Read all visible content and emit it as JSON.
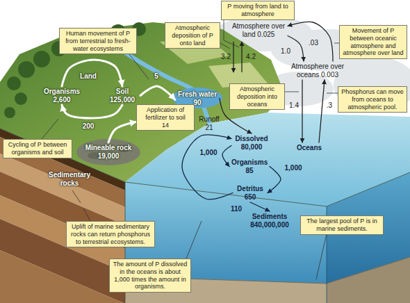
{
  "diagram": {
    "nodes": [
      {
        "text": [
          "P moving from land to atmosphere"
        ]
      },
      {
        "text": [
          "Human movement of P from terrestrial to fresh-water ecosystems"
        ]
      },
      {
        "text": [
          "Atmospheric deposition of P onto land"
        ]
      },
      {
        "text": [
          "Atmosphere over land 0.025"
        ]
      },
      {
        "text": [
          "Movement of P between oceanic atmosphere and atmosphere over land"
        ]
      },
      {
        "text": [
          "Atmosphere over oceans 0.003"
        ]
      },
      {
        "text": [
          "Organisms",
          "2,600"
        ]
      },
      {
        "text": [
          "Soil",
          "125,000"
        ]
      },
      {
        "text": [
          "Atmospheric deposition into oceans"
        ]
      },
      {
        "text": [
          "Phosphorus can move from oceans to atmospheric pool."
        ]
      },
      {
        "text": [
          "Fresh water",
          "90"
        ]
      },
      {
        "text": [
          "Application of fertilizer to soil",
          "14"
        ]
      },
      {
        "text": [
          "Dissolved",
          "80,000"
        ]
      },
      {
        "text": [
          "Cycling of P between organisms and soil"
        ]
      },
      {
        "text": [
          "Oceans"
        ]
      },
      {
        "text": [
          "Mineable rock",
          "19,000"
        ]
      },
      {
        "text": [
          "Organisms",
          "85"
        ]
      },
      {
        "text": [
          "Detritus",
          "650"
        ]
      },
      {
        "text": [
          "The largest pool of P is in marine sediments."
        ]
      },
      {
        "text": [
          "Sediments",
          "840,000,000"
        ]
      },
      {
        "text": [
          "Uplift of marine sedimentary rocks can return phosphorus to terrestrial ecosystems."
        ]
      },
      {
        "text": [
          "The amount of P dissolved in the oceans is about 1,000 times the amount in organisms."
        ]
      }
    ],
    "edges": [
      {
        "from": 3,
        "to": 5,
        "arrow": "to",
        "label": "1.0"
      },
      {
        "from": 5,
        "to": 3,
        "arrow": "to",
        "label": ".03"
      },
      {
        "from": 5,
        "to": 14,
        "arrow": "to",
        "label": "1.4"
      },
      {
        "from": 14,
        "to": 5,
        "arrow": "to",
        "label": ".3"
      },
      {
        "from": 6,
        "to": 7,
        "arrow": "to"
      },
      {
        "from": 7,
        "to": 6,
        "arrow": "to",
        "label": "200"
      },
      {
        "from": 7,
        "to": 10,
        "arrow": "to",
        "label": "5"
      },
      {
        "from": 15,
        "to": 11,
        "arrow": "to"
      },
      {
        "from": 10,
        "to": 12,
        "arrow": "to",
        "label": "Runoff 21"
      },
      {
        "from": 12,
        "to": 16,
        "arrow": "to",
        "label": "1,000"
      },
      {
        "from": 16,
        "to": 17,
        "arrow": "to",
        "label": "1,000"
      },
      {
        "from": 17,
        "to": 12,
        "arrow": "to"
      },
      {
        "from": 17,
        "to": 19,
        "arrow": "to",
        "label": "110"
      }
    ],
    "labels": [
      "Land",
      "3.2",
      "4.2",
      "Sedimentary rocks"
    ]
  }
}
